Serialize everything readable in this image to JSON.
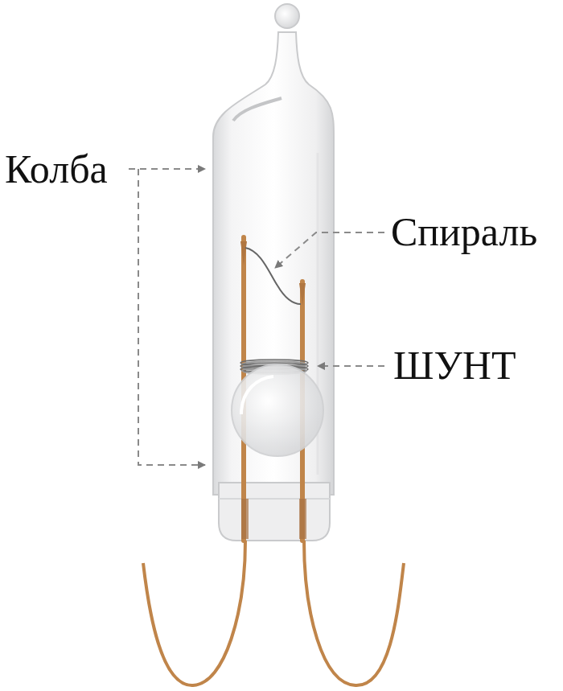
{
  "diagram": {
    "labels": [
      "Колба",
      "Спираль",
      "ШУНТ"
    ]
  }
}
